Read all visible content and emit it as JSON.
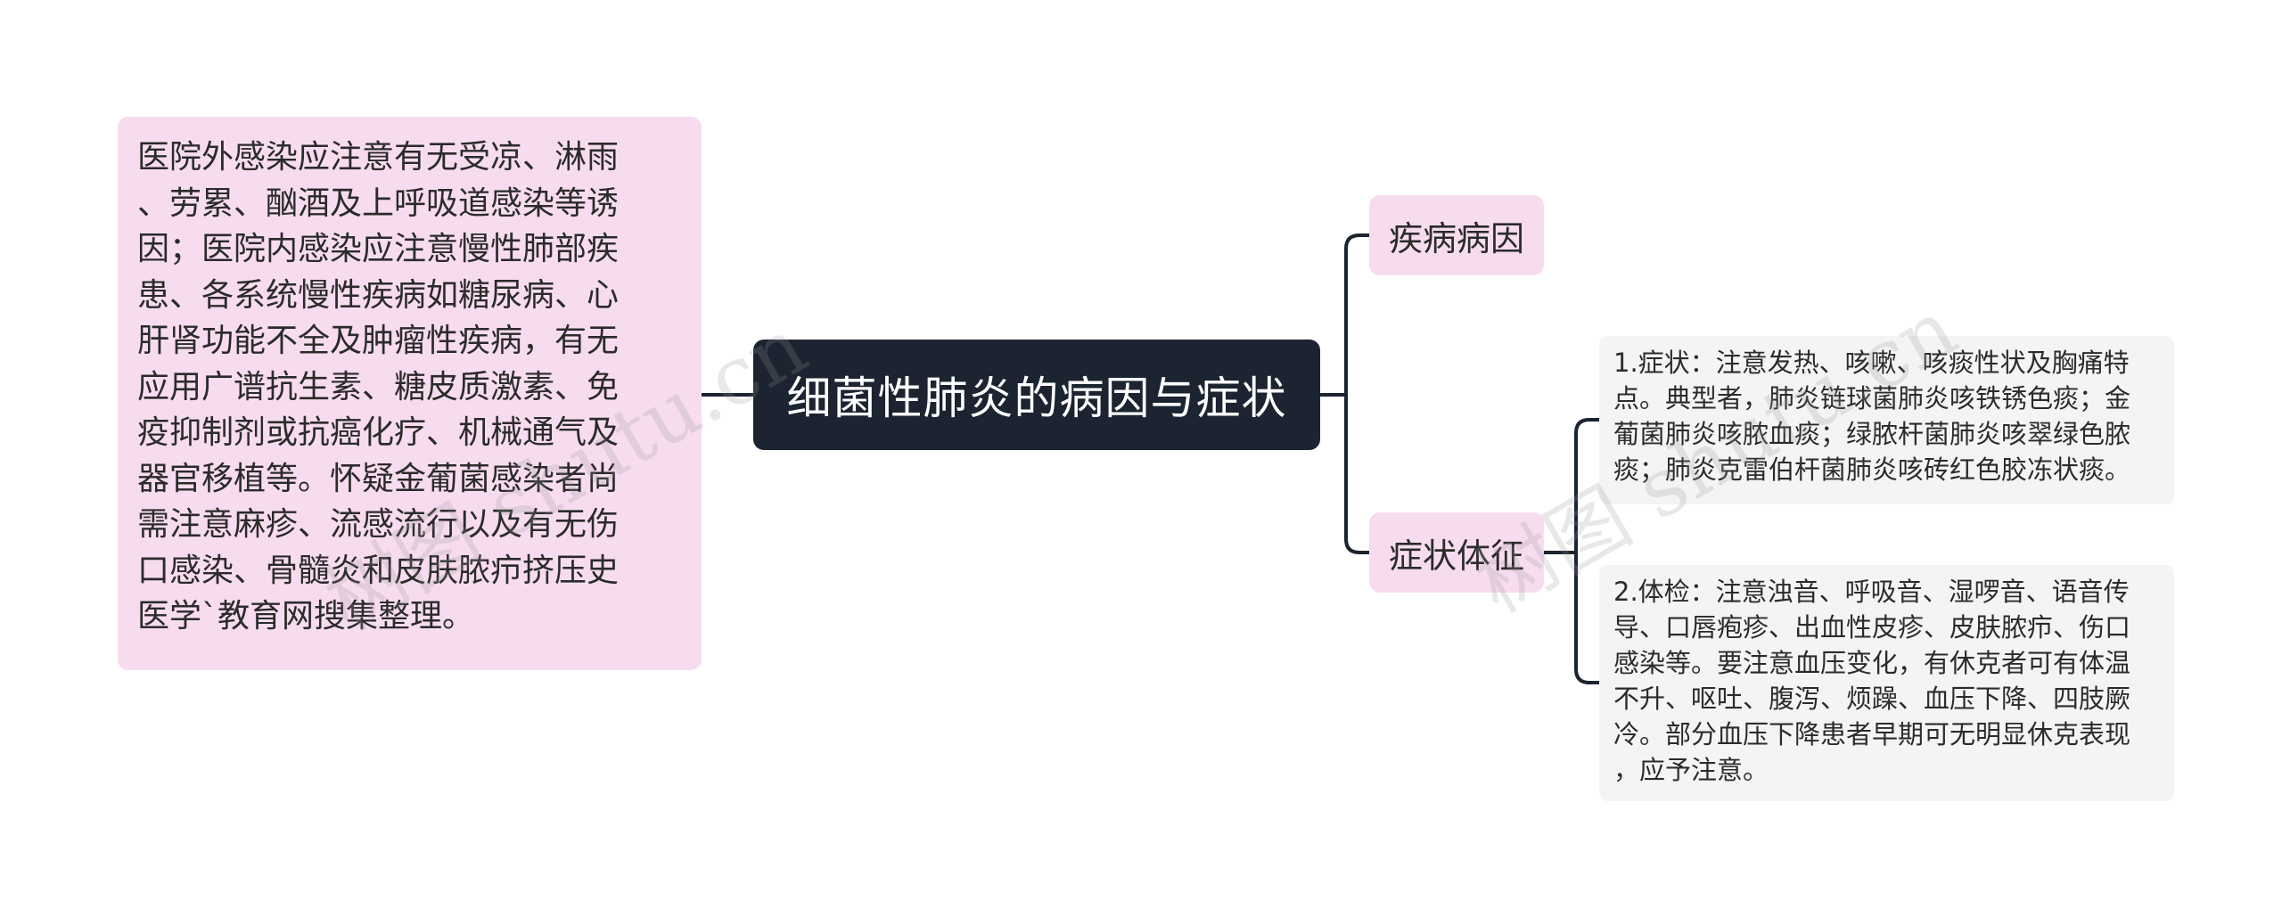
{
  "root": {
    "title": "细菌性肺炎的病因与症状"
  },
  "left_note": {
    "lines": [
      "医院外感染应注意有无受凉、淋雨",
      "、劳累、酗酒及上呼吸道感染等诱",
      "因；医院内感染应注意慢性肺部疾",
      "患、各系统慢性疾病如糖尿病、心",
      "肝肾功能不全及肿瘤性疾病，有无",
      "应用广谱抗生素、糖皮质激素、免",
      "疫抑制剂或抗癌化疗、机械通气及",
      "器官移植等。怀疑金葡菌感染者尚",
      "需注意麻疹、流感流行以及有无伤",
      "口感染、骨髓炎和皮肤脓疖挤压史",
      "医学`教育网搜集整理。"
    ]
  },
  "branches": {
    "cause": "疾病病因",
    "symptom": "症状体征"
  },
  "leaves": {
    "symptom_1": {
      "lines": [
        "1.症状：注意发热、咳嗽、咳痰性状及胸痛特",
        "点。典型者，肺炎链球菌肺炎咳铁锈色痰；金",
        "葡菌肺炎咳脓血痰；绿脓杆菌肺炎咳翠绿色脓",
        "痰；肺炎克雷伯杆菌肺炎咳砖红色胶冻状痰。"
      ]
    },
    "symptom_2": {
      "lines": [
        "2.体检：注意浊音、呼吸音、湿啰音、语音传",
        "导、口唇疱疹、出血性皮疹、皮肤脓疖、伤口",
        "感染等。要注意血压变化，有休克者可有体温",
        "不升、呕吐、腹泻、烦躁、血压下降、四肢厥",
        "冷。部分血压下降患者早期可无明显休克表现",
        "，应予注意。"
      ]
    }
  },
  "watermarks": [
    "树图 shutu.cn",
    "树图 shutu.cn"
  ],
  "colors": {
    "root_bg": "#1b2430",
    "branch_bg": "#f7dcef",
    "leaf_bg": "#f4f4f4",
    "connector": "#1b2430"
  }
}
